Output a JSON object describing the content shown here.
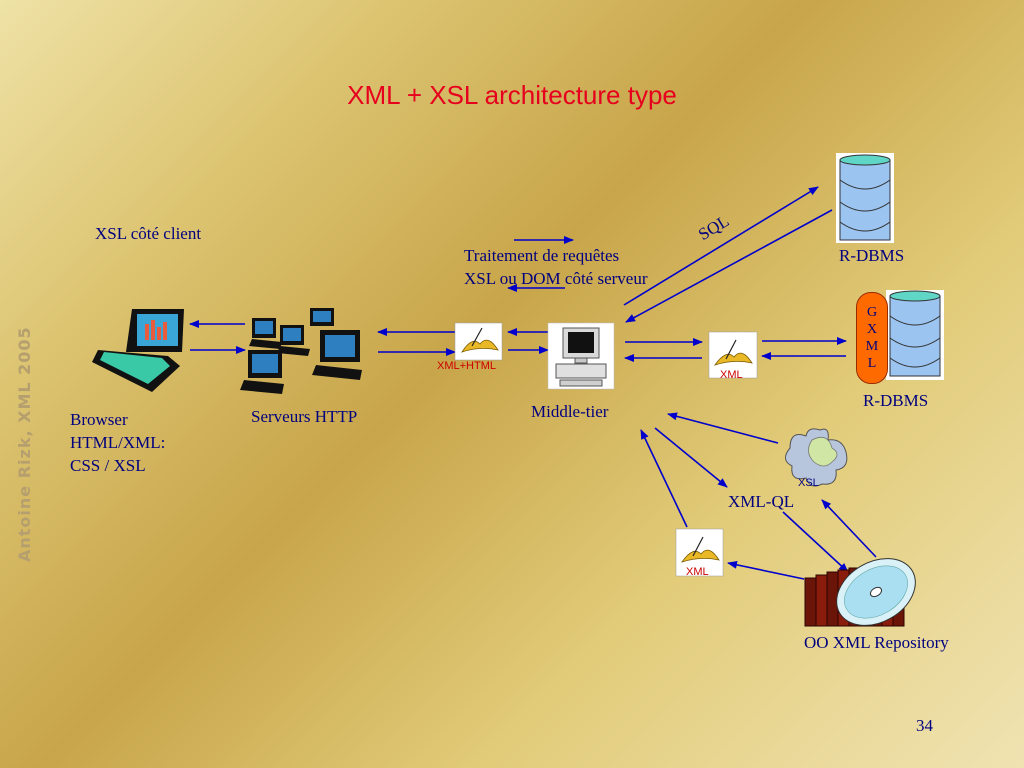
{
  "title": "XML + XSL architecture type",
  "watermark": "Antoine Rizk, XML 2005",
  "page_number": "34",
  "labels": {
    "xsl_client": "XSL côté client",
    "traitement_line1": "Traitement de requêtes",
    "traitement_line2": "XSL ou DOM côté serveur",
    "sql": "SQL",
    "rdbms_top": "R-DBMS",
    "rdbms_bottom": "R-DBMS",
    "browser_line1": "Browser",
    "browser_line2": "HTML/XML:",
    "browser_line3": "CSS / XSL",
    "serveurs_http": "Serveurs HTTP",
    "middle_tier": "Middle-tier",
    "xml_html_doc": "XML+HTML",
    "xml_doc_right": "XML",
    "xml_doc_bottom": "XML",
    "xsl_puzzle": "XSL",
    "xml_ql": "XML-QL",
    "oo_repository": "OO XML Repository"
  },
  "gxml_letters": [
    "G",
    "X",
    "M",
    "L"
  ],
  "colors": {
    "arrow": "#0000cc",
    "title": "#e6001e",
    "text": "#00007f",
    "gxml": "#ff6a00"
  }
}
